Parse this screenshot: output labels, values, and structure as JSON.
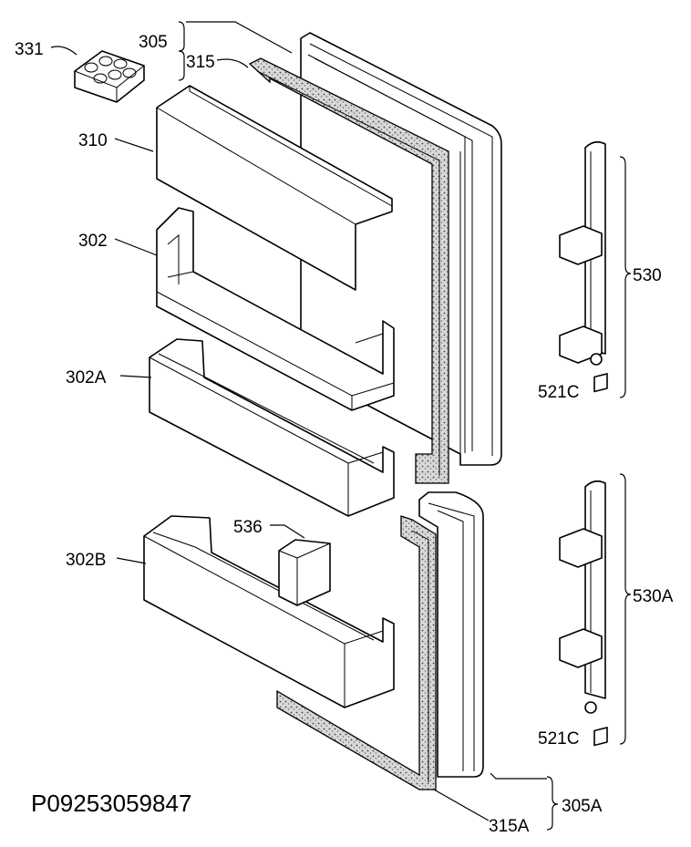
{
  "reference_code": "P09253059847",
  "callouts": {
    "c331": "331",
    "c305": "305",
    "c315": "315",
    "c310": "310",
    "c302": "302",
    "c302A": "302A",
    "c302B": "302B",
    "c536": "536",
    "c530": "530",
    "c521c_upper": "521C",
    "c530A": "530A",
    "c521c_lower": "521C",
    "c305A": "305A",
    "c315A": "315A"
  }
}
